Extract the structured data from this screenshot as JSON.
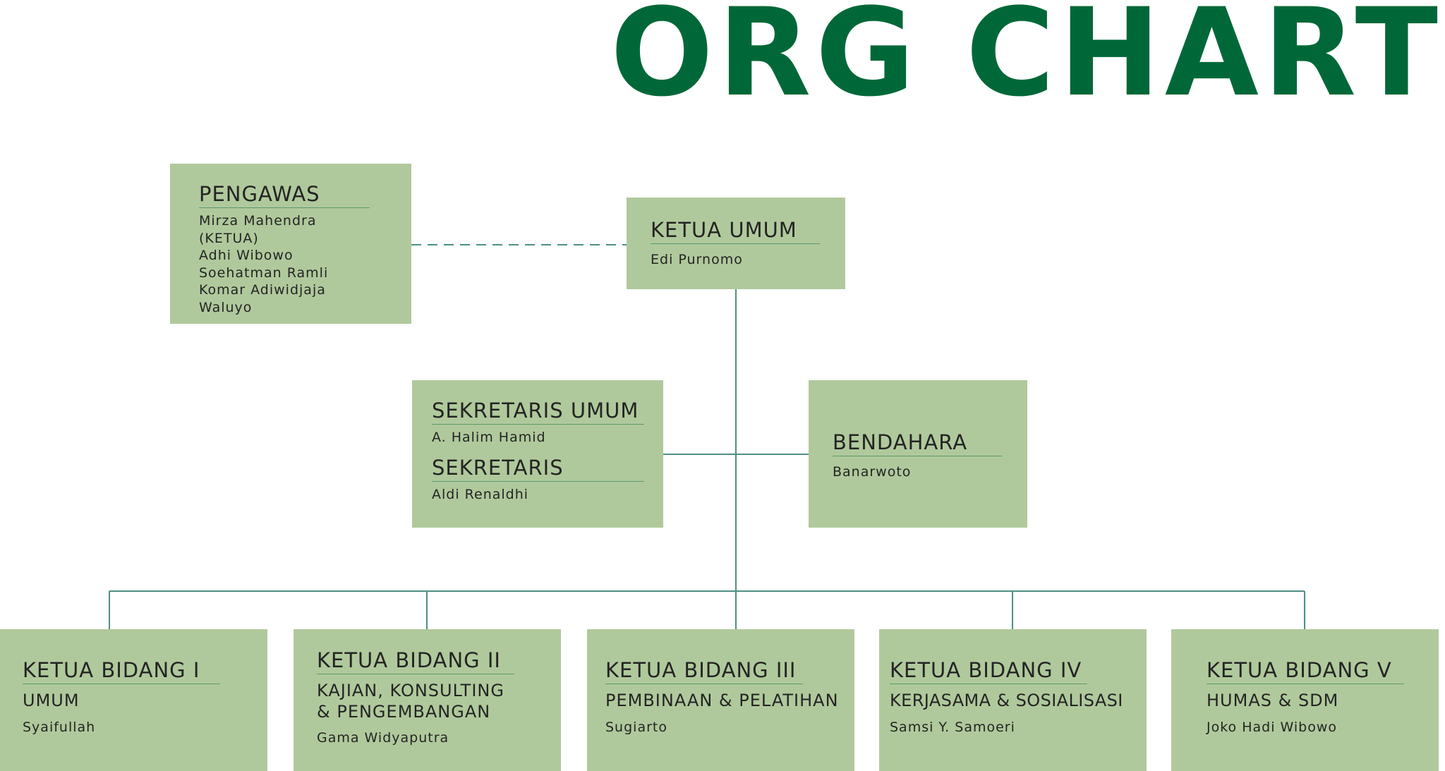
{
  "title": "ORG CHART",
  "colors": {
    "title": "#006838",
    "box_fill": "#b0c99c",
    "connector": "#4f8f86",
    "underline": "#5a9a6e"
  },
  "nodes": {
    "pengawas": {
      "title": "PENGAWAS",
      "members": [
        "Mirza Mahendra (KETUA)",
        "Adhi Wibowo",
        "Soehatman Ramli",
        "Komar Adiwidjaja",
        "Waluyo"
      ]
    },
    "ketua_umum": {
      "title": "KETUA UMUM",
      "name": "Edi Purnomo"
    },
    "sekretaris_umum": {
      "title": "SEKRETARIS UMUM",
      "name": "A. Halim Hamid"
    },
    "sekretaris": {
      "title": "SEKRETARIS",
      "name": "Aldi Renaldhi"
    },
    "bendahara": {
      "title": "BENDAHARA",
      "name": "Banarwoto"
    },
    "bidang": [
      {
        "title": "KETUA BIDANG I",
        "division": "UMUM",
        "name": "Syaifullah"
      },
      {
        "title": "KETUA BIDANG II",
        "division": "KAJIAN, KONSULTING\n& PENGEMBANGAN",
        "name": "Gama Widyaputra"
      },
      {
        "title": "KETUA BIDANG III",
        "division": "PEMBINAAN & PELATIHAN",
        "name": "Sugiarto"
      },
      {
        "title": "KETUA BIDANG IV",
        "division": "KERJASAMA & SOSIALISASI",
        "name": "Samsi Y. Samoeri"
      },
      {
        "title": "KETUA BIDANG V",
        "division": "HUMAS & SDM",
        "name": "Joko Hadi Wibowo"
      }
    ]
  }
}
